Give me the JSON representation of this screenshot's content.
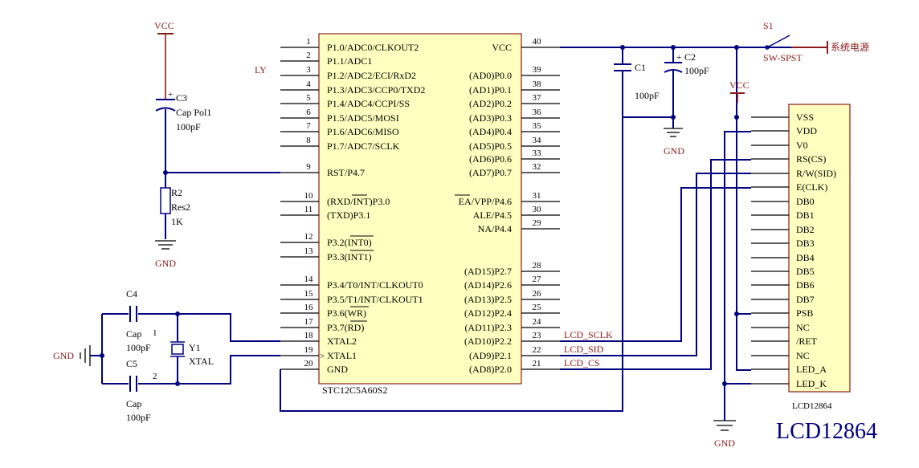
{
  "title": "LCD12864",
  "labels": {
    "ly": "LY",
    "vcc": "VCC",
    "gnd": "GND",
    "c3_ref": "C3",
    "c3_val": "Cap Pol1",
    "c3_cap": "100pF",
    "r2_ref": "R2",
    "r2_val": "Res2",
    "r2_res": "1K",
    "c4_ref": "C4",
    "c4_val": "Cap",
    "c4_cap": "100pF",
    "c5_ref": "C5",
    "c5_val": "Cap",
    "c5_cap": "100pF",
    "y1_ref": "Y1",
    "y1_val": "XTAL",
    "y1_p1": "1",
    "y1_p2": "2",
    "c1_ref": "C1",
    "c1_cap": "100pF",
    "c2_ref": "C2",
    "c2_cap": "100pF",
    "s1_ref": "S1",
    "s1_val": "SW-SPST",
    "power": "系统电源",
    "lcd_sclk": "LCD_SCLK",
    "lcd_sid": "LCD_SID",
    "lcd_cs": "LCD_CS"
  },
  "mcu": {
    "name": "STC12C5A60S2",
    "left_pins": [
      {
        "num": "1",
        "label": "P1.0/ADC0/CLKOUT2"
      },
      {
        "num": "2",
        "label": "P1.1/ADC1"
      },
      {
        "num": "3",
        "label": "P1.2/ADC2/ECI/RxD2"
      },
      {
        "num": "4",
        "label": "P1.3/ADC3/CCP0/TXD2"
      },
      {
        "num": "5",
        "label": "P1.4/ADC4/CCPI/SS"
      },
      {
        "num": "6",
        "label": "P1.5/ADC5/MOSI"
      },
      {
        "num": "7",
        "label": "P1.6/ADC6/MISO"
      },
      {
        "num": "8",
        "label": "P1.7/ADC7/SCLK"
      },
      {
        "num": "9",
        "label": "RST/P4.7"
      },
      {
        "num": "10",
        "label": "(RXD/INT)P3.0"
      },
      {
        "num": "11",
        "label": "(TXD)P3.1"
      },
      {
        "num": "12",
        "label": "P3.2(INT0)"
      },
      {
        "num": "13",
        "label": "P3.3(INT1)"
      },
      {
        "num": "14",
        "label": "P3.4/T0/INT/CLKOUT0"
      },
      {
        "num": "15",
        "label": "P3.5/T1/INT/CLKOUT1"
      },
      {
        "num": "16",
        "label": "P3.6(WR)"
      },
      {
        "num": "17",
        "label": "P3.7(RD)"
      },
      {
        "num": "18",
        "label": "XTAL2"
      },
      {
        "num": "19",
        "label": "XTAL1"
      },
      {
        "num": "20",
        "label": "GND"
      }
    ],
    "right_pins": [
      {
        "num": "40",
        "label": "VCC"
      },
      {
        "num": "39",
        "label": "(AD0)P0.0"
      },
      {
        "num": "38",
        "label": "(AD1)P0.1"
      },
      {
        "num": "37",
        "label": "(AD2)P0.2"
      },
      {
        "num": "36",
        "label": "(AD3)P0.3"
      },
      {
        "num": "35",
        "label": "(AD4)P0.4"
      },
      {
        "num": "34",
        "label": "(AD5)P0.5"
      },
      {
        "num": "33",
        "label": "(AD6)P0.6"
      },
      {
        "num": "32",
        "label": "(AD7)P0.7"
      },
      {
        "num": "31",
        "label": "EA/VPP/P4.6"
      },
      {
        "num": "30",
        "label": "ALE/P4.5"
      },
      {
        "num": "29",
        "label": "NA/P4.4"
      },
      {
        "num": "28",
        "label": "(AD15)P2.7"
      },
      {
        "num": "27",
        "label": "(AD14)P2.6"
      },
      {
        "num": "26",
        "label": "(AD13)P2.5"
      },
      {
        "num": "25",
        "label": "(AD12)P2.4"
      },
      {
        "num": "24",
        "label": "(AD11)P2.3"
      },
      {
        "num": "23",
        "label": "(AD10)P2.2"
      },
      {
        "num": "22",
        "label": "(AD9)P2.1"
      },
      {
        "num": "21",
        "label": "(AD8)P2.0"
      }
    ]
  },
  "lcd": {
    "name": "LCD12864",
    "pins": [
      "VSS",
      "VDD",
      "V0",
      "RS(CS)",
      "R/W(SID)",
      "E(CLK)",
      "DB0",
      "DB1",
      "DB2",
      "DB3",
      "DB4",
      "DB5",
      "DB6",
      "DB7",
      "PSB",
      "NC",
      "/RET",
      "NC",
      "LED_A",
      "LED_K"
    ]
  }
}
